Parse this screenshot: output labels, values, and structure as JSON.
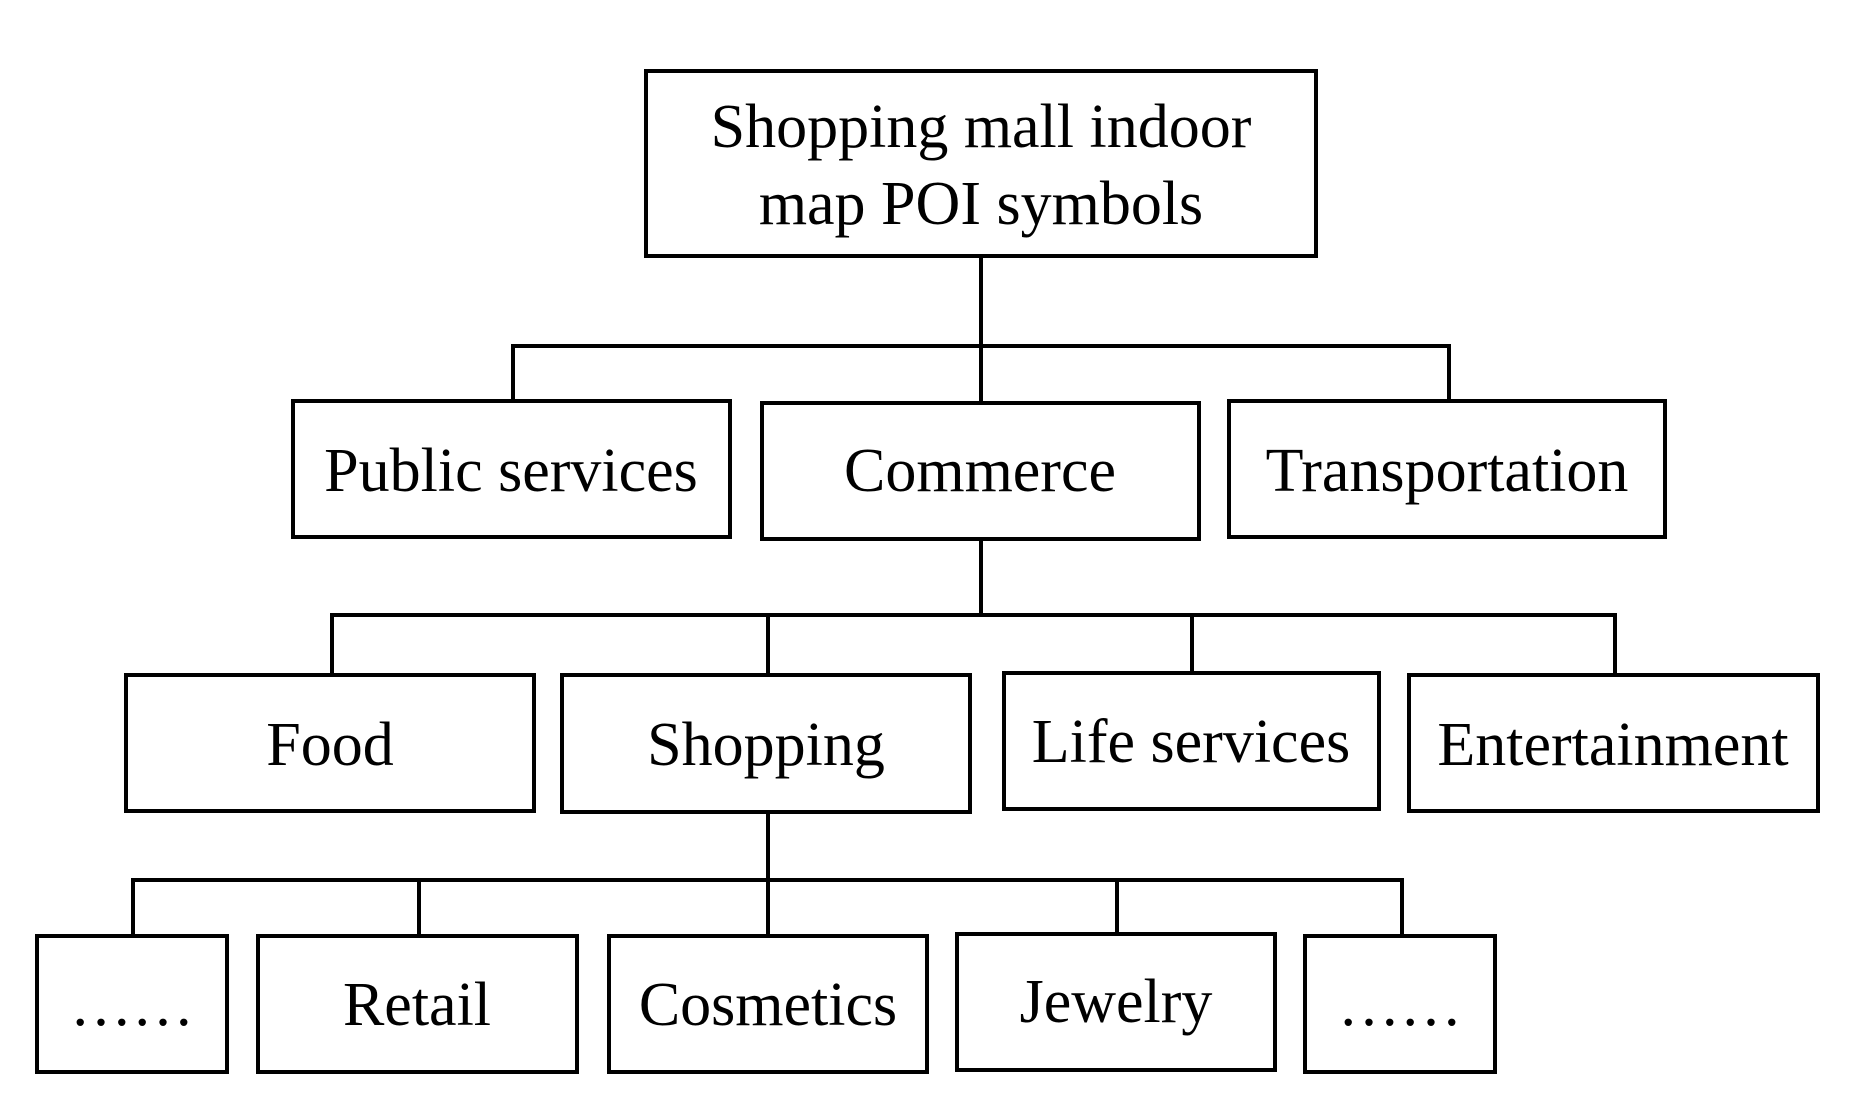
{
  "diagram": {
    "root": {
      "label_line1": "Shopping mall indoor",
      "label_line2": "map POI symbols"
    },
    "level1": {
      "public_services": "Public services",
      "commerce": "Commerce",
      "transportation": "Transportation"
    },
    "level2": {
      "food": "Food",
      "shopping": "Shopping",
      "life_services": "Life services",
      "entertainment": "Entertainment"
    },
    "level3": {
      "ellipsis_left": "……",
      "retail": "Retail",
      "cosmetics": "Cosmetics",
      "jewelry": "Jewelry",
      "ellipsis_right": "……"
    }
  }
}
